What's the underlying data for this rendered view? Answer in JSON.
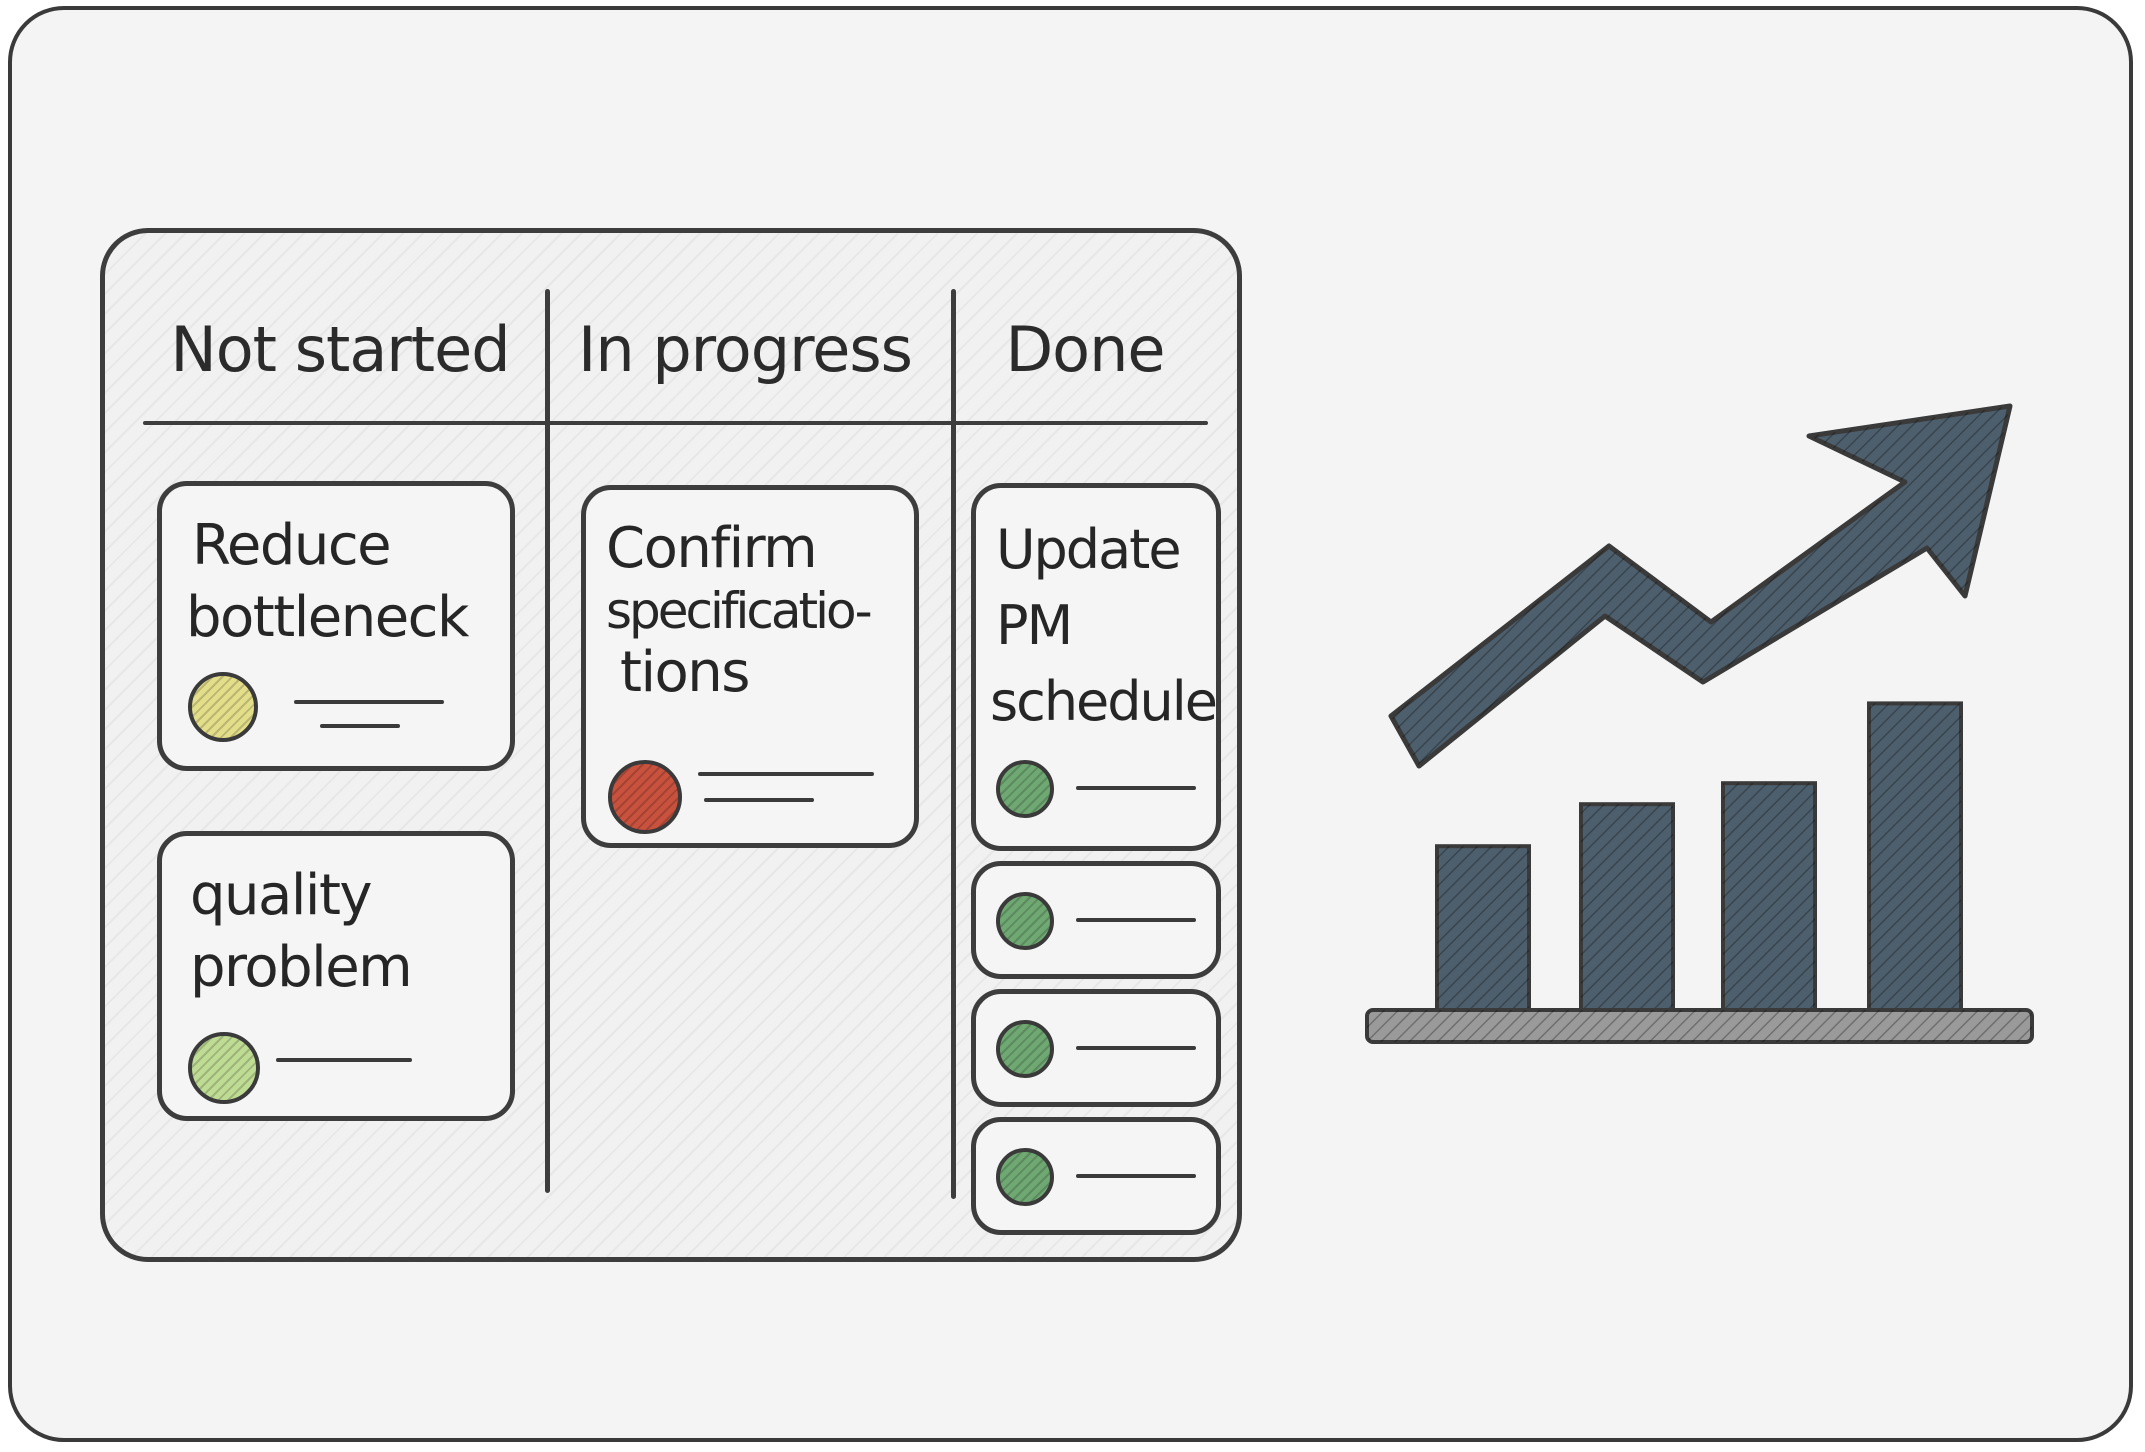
{
  "board": {
    "columns": [
      "Not started",
      "In progress",
      "Done"
    ],
    "not_started": [
      {
        "title_lines": [
          "Reduce",
          "bottleneck"
        ],
        "status_color": "#e3de8a"
      },
      {
        "title_lines": [
          "quality",
          "problem"
        ],
        "status_color": "#bfdc94"
      }
    ],
    "in_progress": [
      {
        "title_lines": [
          "Confirm",
          "specificatio-",
          "tions"
        ],
        "status_color": "#c9523e"
      }
    ],
    "done": [
      {
        "title_lines": [
          "Update",
          "PM",
          "schedule"
        ],
        "status_color": "#6fa872"
      },
      {
        "status_color": "#6fa872"
      },
      {
        "status_color": "#6fa872"
      },
      {
        "status_color": "#6fa872"
      }
    ]
  },
  "growth_chart": {
    "bar_values": [
      39,
      49,
      54,
      73
    ],
    "trend": "upward arrow",
    "bar_color": "#4d5f6d",
    "base_color": "#9a9a9a"
  }
}
